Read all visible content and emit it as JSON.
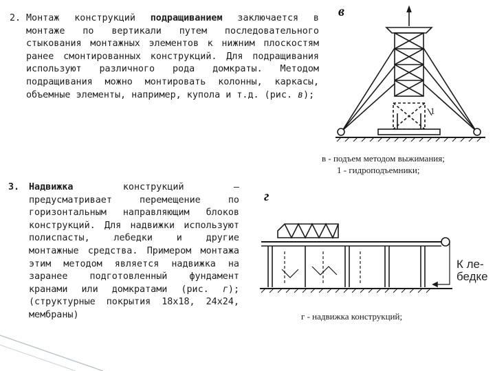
{
  "paragraph1": {
    "number": "2.",
    "lead": "Монтаж конструкций",
    "term": "подращиванием",
    "text": "заключается в монтаже по вертикали путем последовательного стыкования монтажных элементов к нижним плоскостям ранее смонтированных конструкций. Для подращивания используют различного рода домкраты. Методом подращивания можно монтировать колонны, каркасы, объемные элементы, например, купола и т.д. (рис.",
    "ref": "в",
    "end": ");"
  },
  "paragraph2": {
    "number": "3.",
    "term": "Надвижка",
    "text": "конструкций – предусматривает перемещение по горизонтальным направляющим блоков конструкций. Для надвижки используют полиспасты, лебедки и другие монтажные средства. Примером монтажа этим методом является надвижка на заранее подготовленный фундамент кранами или домкратами (рис.",
    "ref": "г",
    "end": "); (структурные покрытия 18х18, 24х24, мембраны)"
  },
  "figure_v": {
    "letter": "в",
    "caption_line1": "в - подъем методом выжимания;",
    "caption_line2": "1 - гидроподъемники;",
    "marker": "1"
  },
  "figure_g": {
    "letter": "г",
    "caption": "г - надвижка конструкций;",
    "winch_label_line1": "К ле-",
    "winch_label_line2": "бедке"
  },
  "colors": {
    "text": "#1c1c1c",
    "line": "#1a1a1a",
    "corner": "#8fa3b8"
  }
}
